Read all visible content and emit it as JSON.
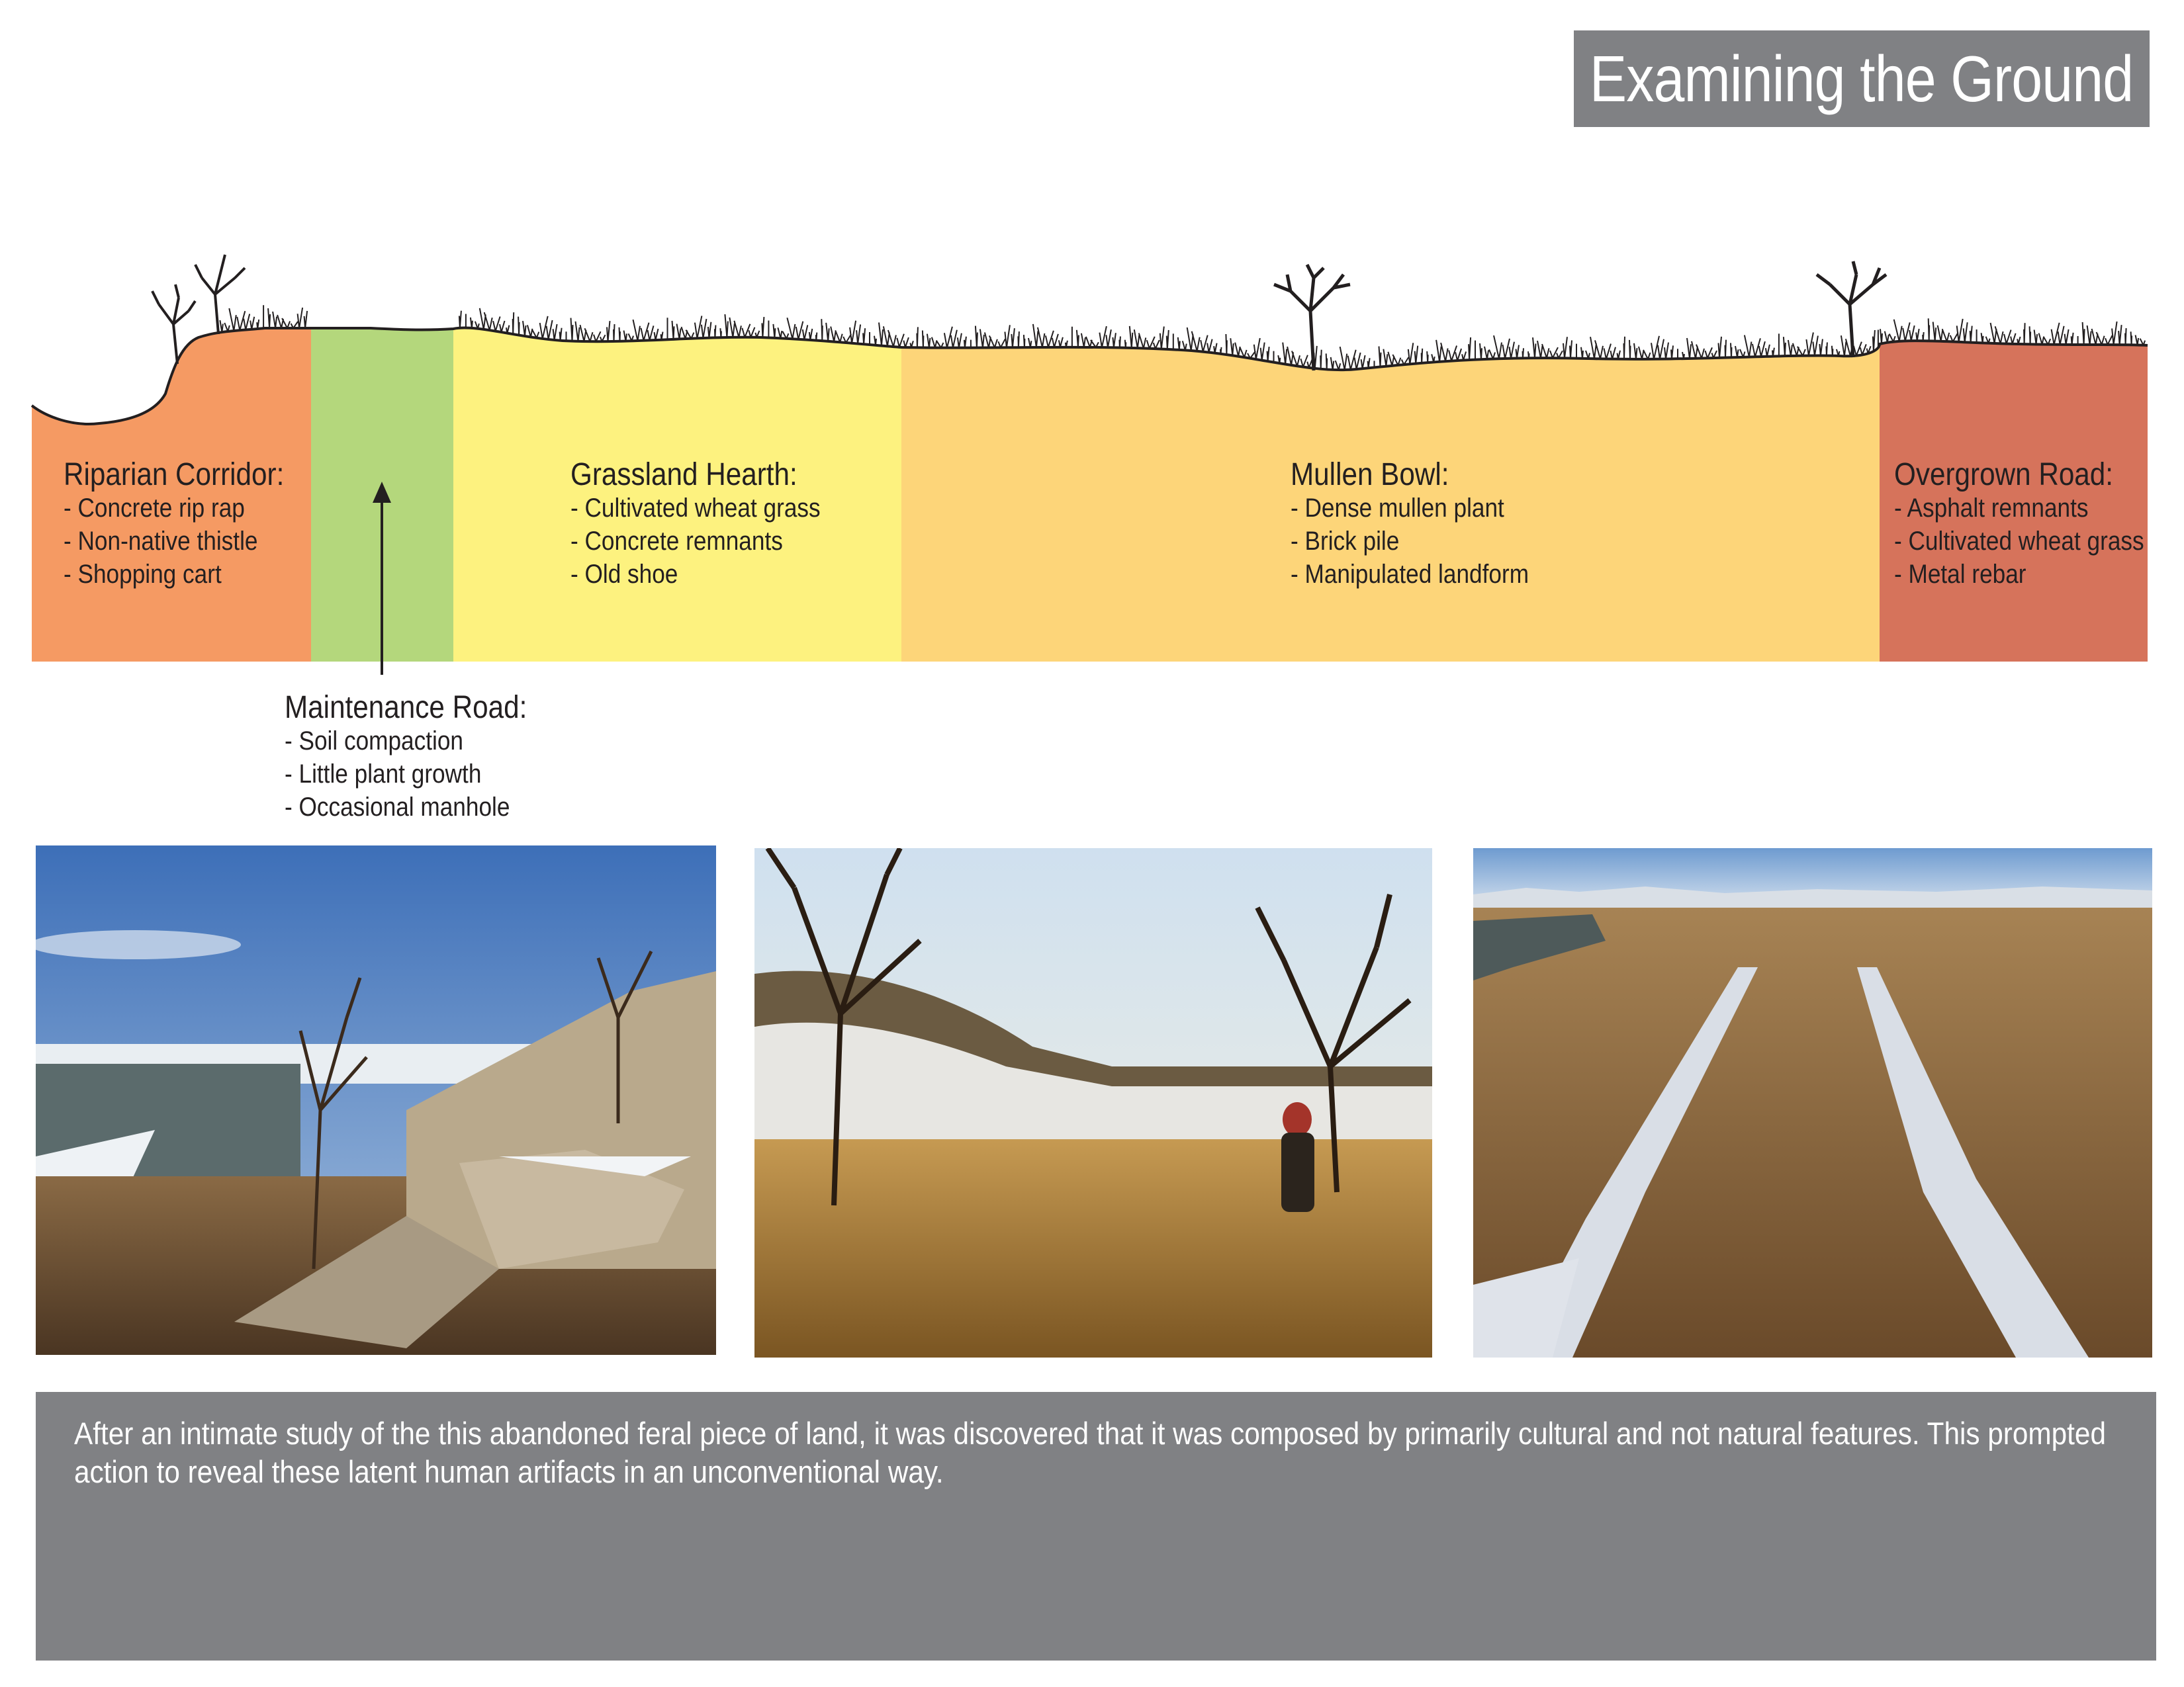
{
  "title": "Examining the Ground",
  "zones": [
    {
      "name": "Riparian Corridor:",
      "items": [
        "- Concrete rip rap",
        "- Non-native thistle",
        "- Shopping cart"
      ],
      "color": "#f59a63"
    },
    {
      "name": "Maintenance Road:",
      "items": [
        "- Soil compaction",
        "- Little plant growth",
        "- Occasional manhole"
      ],
      "color": "#b4d77c"
    },
    {
      "name": "Grassland Hearth:",
      "items": [
        "- Cultivated wheat grass",
        "- Concrete remnants",
        "- Old shoe"
      ],
      "color": "#fdf27f"
    },
    {
      "name": "Mullen Bowl:",
      "items": [
        "- Dense mullen plant",
        "- Brick pile",
        "- Manipulated landform"
      ],
      "color": "#fdd579"
    },
    {
      "name": "Overgrown Road:",
      "items": [
        "- Asphalt remnants",
        "- Cultivated wheat grass",
        "- Metal rebar"
      ],
      "color": "#d6735b"
    }
  ],
  "colors": {
    "ground_line": "#231f20",
    "panel_gray": "#808184"
  },
  "caption": "After an intimate study of the this abandoned feral piece of land, it was discovered that it was composed by primarily cultural and not natural features. This prompted action to reveal these latent human artifacts in an unconventional way."
}
